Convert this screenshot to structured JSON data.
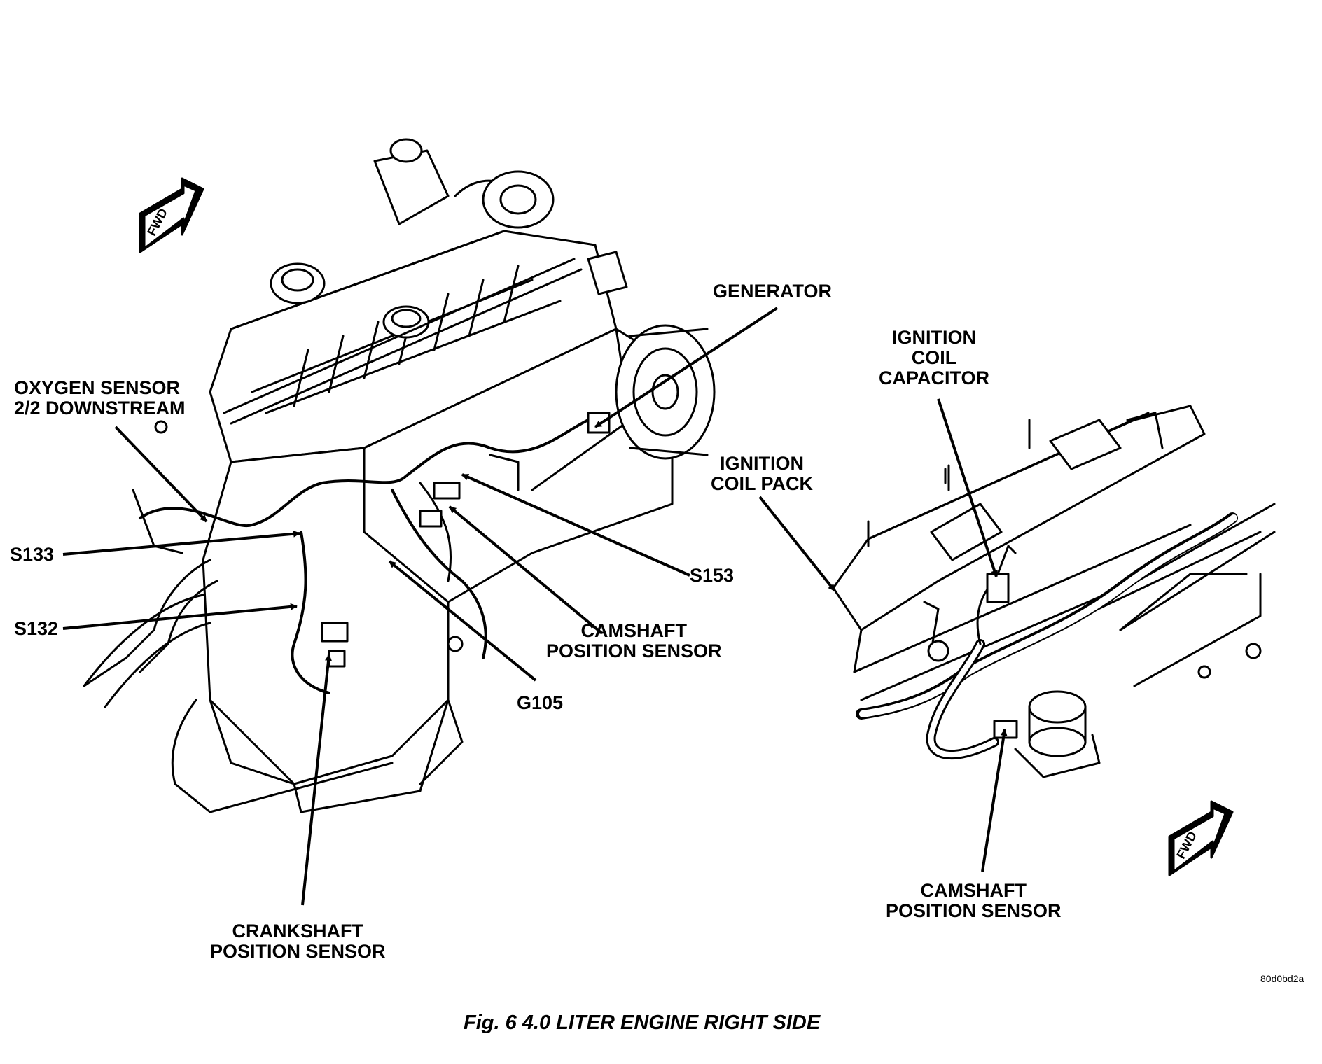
{
  "figure": {
    "caption": "Fig. 6 4.0 LITER ENGINE RIGHT SIDE",
    "ref_code": "80d0bd2a"
  },
  "labels": {
    "generator": "GENERATOR",
    "oxygen_sensor": [
      "OXYGEN SENSOR",
      "2/2 DOWNSTREAM"
    ],
    "s133": "S133",
    "s132": "S132",
    "s153": "S153",
    "camshaft_left": [
      "CAMSHAFT",
      "POSITION SENSOR"
    ],
    "g105": "G105",
    "crankshaft": [
      "CRANKSHAFT",
      "POSITION SENSOR"
    ],
    "ignition_coil_capacitor": [
      "IGNITION",
      "COIL",
      "CAPACITOR"
    ],
    "ignition_coil_pack": [
      "IGNITION",
      "COIL PACK"
    ],
    "camshaft_right": [
      "CAMSHAFT",
      "POSITION SENSOR"
    ]
  },
  "fwd_arrows": [
    "FWD",
    "FWD"
  ]
}
